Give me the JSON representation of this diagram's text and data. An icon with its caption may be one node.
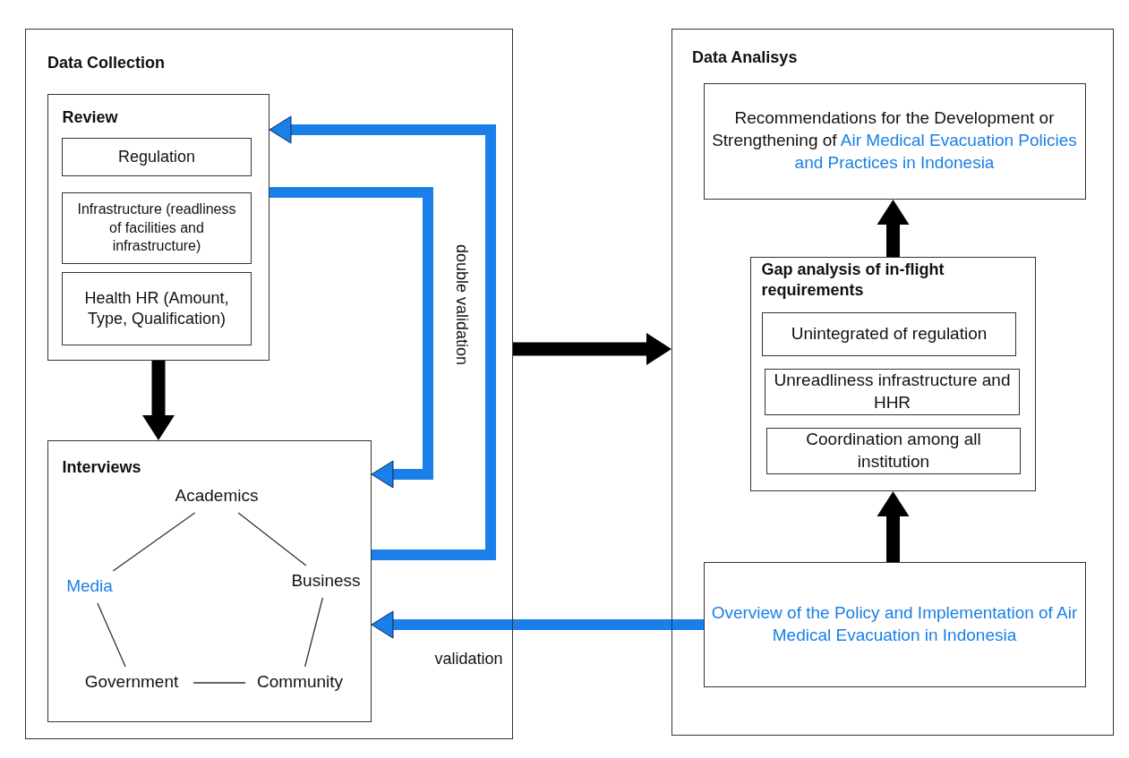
{
  "diagram": {
    "nodes": [
      {
        "text": [
          "Data Collection"
        ]
      },
      {
        "text": [
          "Review"
        ],
        "in": 0
      },
      {
        "text": [
          "Regulation"
        ],
        "in": 1
      },
      {
        "text": [
          "Infrastructure (readliness of facilities and infrastructure)"
        ],
        "in": 1
      },
      {
        "text": [
          "Health HR (Amount, Type, Qualification)"
        ],
        "in": 1
      },
      {
        "text": [
          "Interviews"
        ],
        "in": 0
      },
      {
        "text": [
          "Academics"
        ],
        "in": 5
      },
      {
        "text": [
          "Media"
        ],
        "in": 5
      },
      {
        "text": [
          "Business"
        ],
        "in": 5
      },
      {
        "text": [
          "Government"
        ],
        "in": 5
      },
      {
        "text": [
          "Community"
        ],
        "in": 5
      },
      {
        "text": [
          "Data Analisys"
        ]
      },
      {
        "text": [
          "Recommendations for the Development or Strengthening of *Air Medical Evacuation Policies and Practices in Indonesia*"
        ],
        "in": 11
      },
      {
        "text": [
          "Gap analysis of in-flight requirements"
        ],
        "in": 11
      },
      {
        "text": [
          "Unintegrated of regulation"
        ],
        "in": 13
      },
      {
        "text": [
          "Unreadliness infrastructure and HHR"
        ],
        "in": 13
      },
      {
        "text": [
          "Coordination among all institution"
        ],
        "in": 13
      },
      {
        "text": [
          "Overview of the Policy and Implementation of Air Medical Evacuation in Indonesia"
        ],
        "in": 11
      }
    ],
    "edges": [
      {
        "from": 1,
        "to": 5,
        "arrow": "to"
      },
      {
        "from": 1,
        "to": 5,
        "arrow": "to",
        "color": "#1a7fe8"
      },
      {
        "from": 5,
        "to": 1,
        "arrow": "to",
        "color": "#1a7fe8"
      },
      {
        "from": 0,
        "to": 11,
        "arrow": "to"
      },
      {
        "from": 17,
        "to": 13,
        "arrow": "to"
      },
      {
        "from": 13,
        "to": 12,
        "arrow": "to"
      },
      {
        "from": 17,
        "to": 5,
        "arrow": "to",
        "label": "validation",
        "color": "#1a7fe8"
      },
      {
        "from": 6,
        "to": 8,
        "arrow": "none"
      },
      {
        "from": 8,
        "to": 10,
        "arrow": "none"
      },
      {
        "from": 10,
        "to": 9,
        "arrow": "none"
      },
      {
        "from": 9,
        "to": 7,
        "arrow": "none"
      },
      {
        "from": 7,
        "to": 6,
        "arrow": "none"
      }
    ],
    "labels": [
      "double validation"
    ]
  }
}
